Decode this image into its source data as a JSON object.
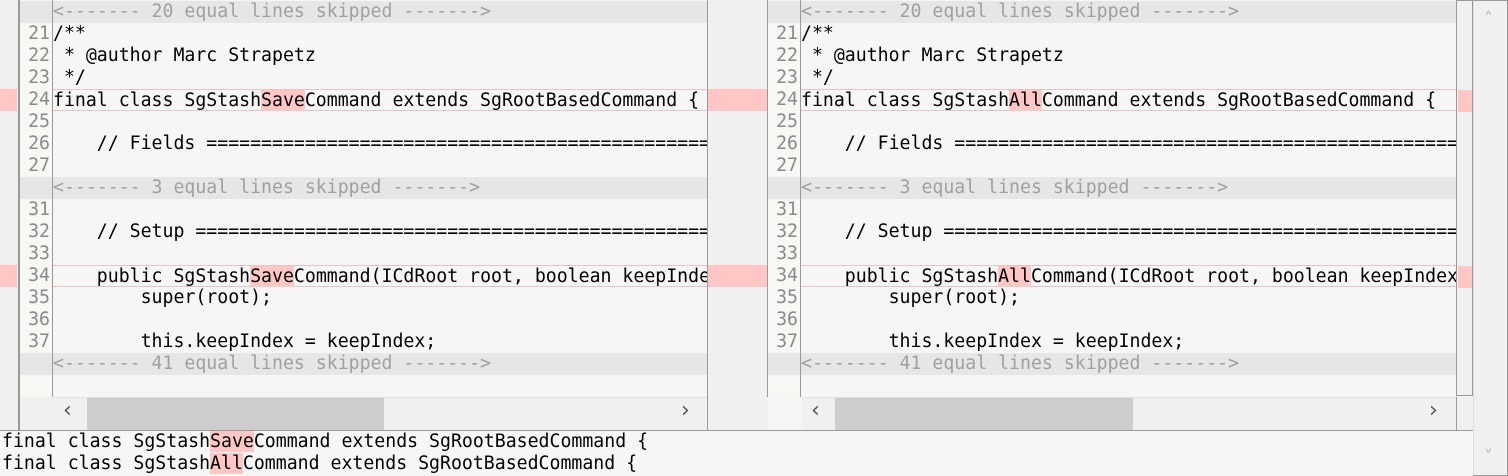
{
  "colors": {
    "change_highlight": "#ffc6c6",
    "skip_background": "#e6e6e6"
  },
  "left": {
    "rows": [
      {
        "type": "skip",
        "text": "<------- 20 equal lines skipped ------->"
      },
      {
        "num": "21",
        "segments": [
          {
            "text": "/**"
          }
        ]
      },
      {
        "num": "22",
        "segments": [
          {
            "text": " * @author Marc Strapetz"
          }
        ]
      },
      {
        "num": "23",
        "segments": [
          {
            "text": " */"
          }
        ]
      },
      {
        "num": "24",
        "type": "changed",
        "segments": [
          {
            "text": "final class SgStash"
          },
          {
            "text": "Save",
            "hl": true
          },
          {
            "text": "Command extends SgRootBasedCommand {"
          }
        ]
      },
      {
        "num": "25",
        "segments": [
          {
            "text": ""
          }
        ]
      },
      {
        "num": "26",
        "segments": [
          {
            "text": "    // Fields ============================================================"
          }
        ]
      },
      {
        "num": "27",
        "segments": [
          {
            "text": ""
          }
        ]
      },
      {
        "type": "skip",
        "text": "<------- 3 equal lines skipped ------->"
      },
      {
        "num": "31",
        "segments": [
          {
            "text": ""
          }
        ]
      },
      {
        "num": "32",
        "segments": [
          {
            "text": "    // Setup ============================================================="
          }
        ]
      },
      {
        "num": "33",
        "segments": [
          {
            "text": ""
          }
        ]
      },
      {
        "num": "34",
        "type": "changed",
        "segments": [
          {
            "text": "    public SgStash"
          },
          {
            "text": "Save",
            "hl": true
          },
          {
            "text": "Command(ICdRoot root, boolean keepIndex) {"
          }
        ]
      },
      {
        "num": "35",
        "segments": [
          {
            "text": "        super(root);"
          }
        ]
      },
      {
        "num": "36",
        "segments": [
          {
            "text": ""
          }
        ]
      },
      {
        "num": "37",
        "segments": [
          {
            "text": "        this.keepIndex = keepIndex;"
          }
        ]
      },
      {
        "type": "skip",
        "text": "<------- 41 equal lines skipped ------->"
      }
    ]
  },
  "right": {
    "rows": [
      {
        "type": "skip",
        "text": "<------- 20 equal lines skipped ------->"
      },
      {
        "num": "21",
        "segments": [
          {
            "text": "/**"
          }
        ]
      },
      {
        "num": "22",
        "segments": [
          {
            "text": " * @author Marc Strapetz"
          }
        ]
      },
      {
        "num": "23",
        "segments": [
          {
            "text": " */"
          }
        ]
      },
      {
        "num": "24",
        "type": "changed",
        "segments": [
          {
            "text": "final class SgStash"
          },
          {
            "text": "All",
            "hl": true
          },
          {
            "text": "Command extends SgRootBasedCommand {"
          }
        ]
      },
      {
        "num": "25",
        "segments": [
          {
            "text": ""
          }
        ]
      },
      {
        "num": "26",
        "segments": [
          {
            "text": "    // Fields ============================================================"
          }
        ]
      },
      {
        "num": "27",
        "segments": [
          {
            "text": ""
          }
        ]
      },
      {
        "type": "skip",
        "text": "<------- 3 equal lines skipped ------->"
      },
      {
        "num": "31",
        "segments": [
          {
            "text": ""
          }
        ]
      },
      {
        "num": "32",
        "segments": [
          {
            "text": "    // Setup ============================================================="
          }
        ]
      },
      {
        "num": "33",
        "segments": [
          {
            "text": ""
          }
        ]
      },
      {
        "num": "34",
        "type": "changed",
        "segments": [
          {
            "text": "    public SgStash"
          },
          {
            "text": "All",
            "hl": true
          },
          {
            "text": "Command(ICdRoot root, boolean keepIndex) {"
          }
        ]
      },
      {
        "num": "35",
        "segments": [
          {
            "text": "        super(root);"
          }
        ]
      },
      {
        "num": "36",
        "segments": [
          {
            "text": ""
          }
        ]
      },
      {
        "num": "37",
        "segments": [
          {
            "text": "        this.keepIndex = keepIndex;"
          }
        ]
      },
      {
        "type": "skip",
        "text": "<------- 41 equal lines skipped ------->"
      }
    ]
  },
  "bottom": {
    "lines": [
      [
        {
          "text": "final class SgStash"
        },
        {
          "text": "Save",
          "hl": true
        },
        {
          "text": "Command extends SgRootBasedCommand {"
        }
      ],
      [
        {
          "text": "final class SgStash"
        },
        {
          "text": "All",
          "hl": true
        },
        {
          "text": "Command extends SgRootBasedCommand {"
        }
      ]
    ]
  },
  "icons": {
    "scroll_left": "chevron-left-icon",
    "scroll_right": "chevron-right-icon",
    "scroll_up": "chevron-up-icon",
    "scroll_down": "chevron-down-icon"
  },
  "glyphs": {
    "left": "‹",
    "right": "›",
    "up": "˄",
    "down": "˅"
  }
}
